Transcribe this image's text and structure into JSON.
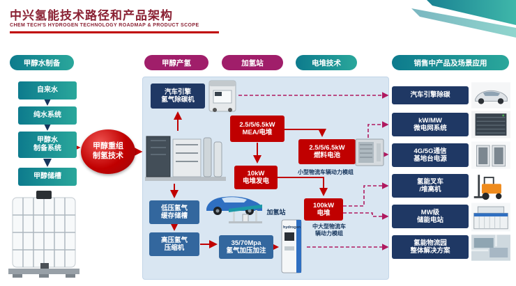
{
  "header": {
    "title": "中兴氢能技术路径和产品架构",
    "subtitle": "CHEM TECH'S HYDROGEN TECHNOLOGY ROADMAP & PRODUCT SCOPE"
  },
  "pills": {
    "methanol_water": "甲醇水制备",
    "methanol_hydrogen": "甲醇产氢",
    "refueling_station": "加氢站",
    "stack_tech": "电堆技术",
    "products": "销售中产品及场景应用"
  },
  "left_chain": {
    "tap_water": "自来水",
    "pure_water": "纯水系统",
    "methanol_water_system": "甲醇水\n制备系统",
    "methanol_tank": "甲醇储槽"
  },
  "core": {
    "reforming": "甲醇重组\n制氢技术"
  },
  "mid": {
    "decarbon": "汽车引擎\n氢气除碳机",
    "mea": "2.5/5/6.5kW\nMEA/电堆",
    "fuelcell": "2.5/5/6.5kW\n燃料电池",
    "gen10": "10kW\n电堆发电",
    "small_module": "小型物流车辆动力模组",
    "stack100": "100kW\n电堆",
    "mid_module": "中大型物流车\n辆动力模组",
    "low_pressure": "低压氢气\n缓存储槽",
    "station": "加氢站",
    "high_pressure": "高压氢气\n压缩机",
    "refuel": "35/70Mpa\n氢气加压加注",
    "dispenser": "hydrogen"
  },
  "right": {
    "items": [
      {
        "label": "汽车引擎除碳"
      },
      {
        "label": "kW/MW\n微电网系统"
      },
      {
        "label": "4G/5G通信\n基地台电源"
      },
      {
        "label": "氢能叉车\n/堆高机"
      },
      {
        "label": "MW级\n储能电站"
      },
      {
        "label": "氢能物流园\n整体解决方案"
      }
    ]
  },
  "colors": {
    "maroon": "#8a2133",
    "red": "#c00000",
    "teal": "#0d7b8d",
    "teal_light": "#2aa79b",
    "magenta": "#a01e6a",
    "navy": "#1f3864",
    "blue": "#33679e",
    "panel_blue": "#d9e6f2",
    "dashed_line": "#b0195f"
  }
}
